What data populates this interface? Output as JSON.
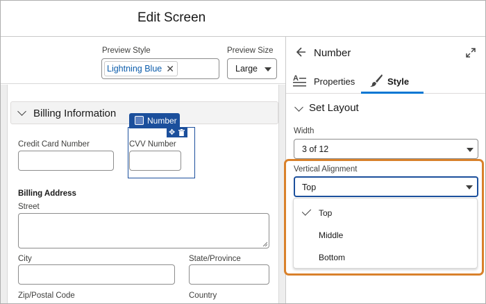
{
  "header": {
    "title": "Edit Screen"
  },
  "toolbar": {
    "preview_style_label": "Preview Style",
    "preview_style_value": "Lightning Blue",
    "preview_size_label": "Preview Size",
    "preview_size_value": "Large"
  },
  "canvas": {
    "section_title": "Billing Information",
    "selected_component_tag": "Number",
    "fields": {
      "credit_card": "Credit Card Number",
      "cvv": "CVV Number",
      "billing_address": "Billing Address",
      "street": "Street",
      "city": "City",
      "state": "State/Province",
      "zip": "Zip/Postal Code",
      "country": "Country"
    }
  },
  "panel": {
    "title": "Number",
    "tabs": [
      {
        "label": "Properties"
      },
      {
        "label": "Style"
      }
    ],
    "active_tab": "Style",
    "section_title": "Set Layout",
    "width_label": "Width",
    "width_value": "3 of 12",
    "vertical_alignment_label": "Vertical Alignment",
    "vertical_alignment_value": "Top",
    "vertical_alignment_options": [
      {
        "label": "Top",
        "selected": true
      },
      {
        "label": "Middle",
        "selected": false
      },
      {
        "label": "Bottom",
        "selected": false
      }
    ]
  },
  "colors": {
    "accent": "#0176d3",
    "selection": "#1b4f9c",
    "highlight": "#d9812b",
    "pill_text": "#0b5cab"
  },
  "icons": [
    "close-icon",
    "chevron-down-icon",
    "number-component-icon",
    "move-icon",
    "trash-icon",
    "back-arrow-icon",
    "expand-icon",
    "properties-icon",
    "paintbrush-icon",
    "checkmark-icon"
  ]
}
